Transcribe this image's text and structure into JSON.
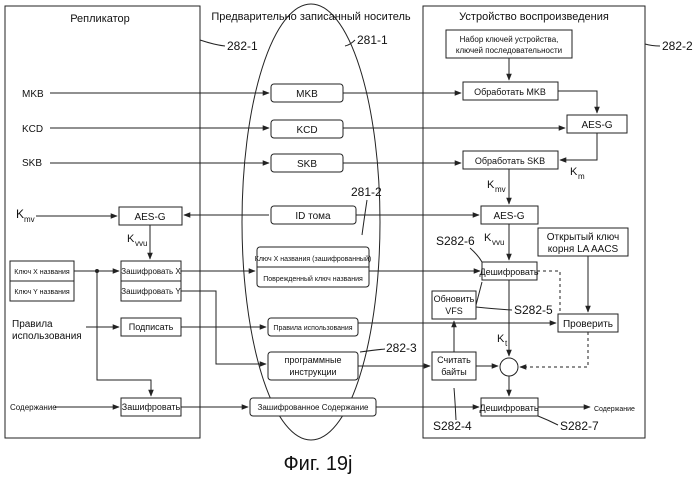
{
  "regions": {
    "replicator": "Репликатор",
    "medium": "Предварительно записанный носитель",
    "player": "Устройство воспроизведения"
  },
  "refs": {
    "r282_1": "282-1",
    "r281_1": "281-1",
    "r282_2": "282-2",
    "r281_2": "281-2",
    "r282_3": "282-3",
    "s282_6": "S282-6",
    "s282_5": "S282-5",
    "s282_4": "S282-4",
    "s282_7": "S282-7"
  },
  "inputs": {
    "mkb": "MKB",
    "kcd": "KCD",
    "skb": "SKB",
    "kmv_base": "K",
    "kmv_sub": "mv",
    "rules_line1": "Правила",
    "rules_line2": "использования",
    "content": "Содержание"
  },
  "replicator_blocks": {
    "aes_g": "AES-G",
    "kvvu_base": "K",
    "kvvu_sub": "vvu",
    "key_x": "Ключ X названия",
    "key_y": "Ключ Y названия",
    "encrypt_x": "Зашифровать X",
    "encrypt_y": "Зашифровать Y",
    "sign": "Подписать",
    "encrypt": "Зашифровать"
  },
  "medium_blocks": {
    "mkb": "MKB",
    "kcd": "KCD",
    "skb": "SKB",
    "volume_id": "ID тома",
    "title_key_x": "Ключ X названия (зашифрованный)",
    "damaged_key": "Поврежденный ключ названия",
    "usage_rules": "Правила использования",
    "program_line1": "программные",
    "program_line2": "инструкции",
    "encrypted_content": "Зашифрованное Содержание"
  },
  "player_blocks": {
    "keyset_line1": "Набор ключей устройства,",
    "keyset_line2": "ключей последовательности",
    "process_mkb": "Обработать MKB",
    "aes_g_top": "AES-G",
    "process_skb": "Обработать SKB",
    "km_base": "K",
    "km_sub": "m",
    "kmv_base": "K",
    "kmv_sub": "mv",
    "aes_g": "AES-G",
    "kvvu_base": "K",
    "kvvu_sub": "vvu",
    "decrypt1": "Дешифровать",
    "update_line1": "Обновить",
    "update_line2": "VFS",
    "read_line1": "Считать",
    "read_line2": "байты",
    "pubkey_line1": "Открытый ключ",
    "pubkey_line2": "корня LA AACS",
    "verify": "Проверить",
    "kt_base": "K",
    "kt_sub": "t",
    "decrypt2": "Дешифровать",
    "output_content": "Содержание"
  },
  "caption": "Фиг. 19j"
}
